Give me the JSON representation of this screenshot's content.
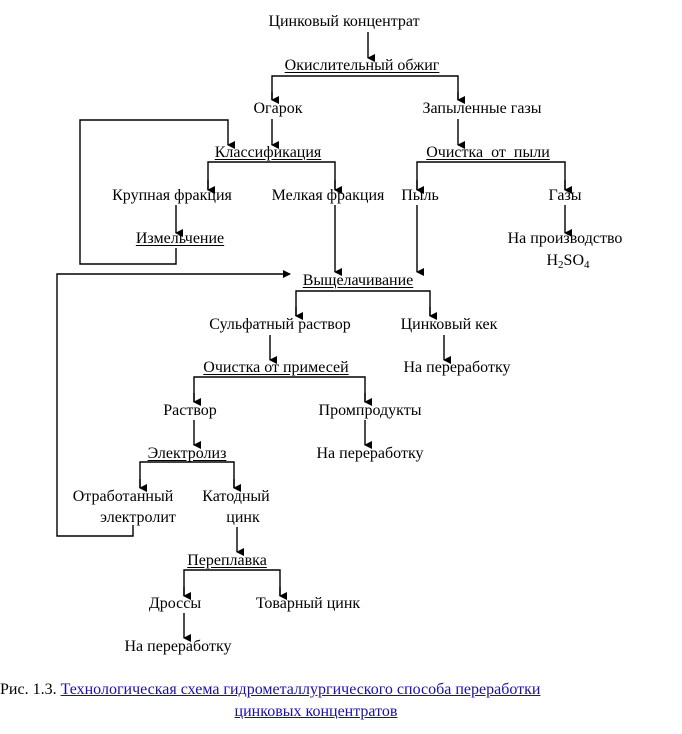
{
  "diagram": {
    "nodes": {
      "zinc_concentrate": "Цинковый концентрат",
      "oxidizing_roast": "Окислительный обжиг",
      "calcine": "Огарок",
      "dusty_gases": "Запыленные газы",
      "classification": "Классификация",
      "dust_cleaning": "Очистка от пыли",
      "coarse_fraction": "Крупная фракция",
      "fine_fraction": "Мелкая фракция",
      "dust": "Пыль",
      "gases": "Газы",
      "grinding": "Измельчение",
      "to_production": "На производство",
      "h2so4_base": "H",
      "h2so4_sub2": "2",
      "h2so4_mid": "SO",
      "h2so4_sub4": "4",
      "leaching": "Выщелачивание",
      "sulfate_solution": "Сульфатный раствор",
      "zinc_cake": "Цинковый кек",
      "impurity_cleaning": "Очистка от примесей",
      "to_processing_1": "На переработку",
      "solution": "Раствор",
      "intermediates": "Промпродукты",
      "electrolysis": "Электролиз",
      "to_processing_2": "На переработку",
      "spent_electrolyte_1": "Отработанный",
      "spent_electrolyte_2": "электролит",
      "cathode_zinc_1": "Катодный",
      "cathode_zinc_2": "цинк",
      "remelting": "Переплавка",
      "dross": "Дроссы",
      "commercial_zinc": "Товарный цинк",
      "to_processing_3": "На переработку"
    }
  },
  "caption": {
    "prefix": "Рис. 1.3.",
    "link_line1": "Технологическая схема гидрометаллургического способа переработки",
    "link_line2": "цинковых концентратов"
  }
}
